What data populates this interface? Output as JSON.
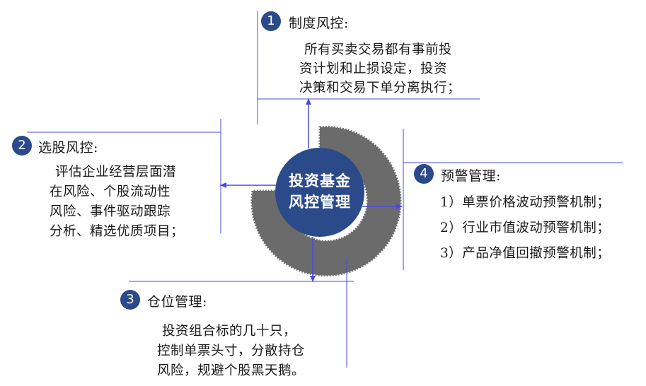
{
  "center": {
    "line1": "投资基金",
    "line2": "风控管理"
  },
  "sections": [
    {
      "number": "1",
      "title": "制度风控:",
      "lines": [
        "所有买卖交易都有事前投",
        "资计划和止损设定，投资",
        "决策和交易下单分离执行；"
      ]
    },
    {
      "number": "2",
      "title": "选股风控:",
      "lines": [
        "评估企业经营层面潜",
        "在风险、个股流动性",
        "风险、事件驱动跟踪",
        "分析、精选优质项目；"
      ]
    },
    {
      "number": "3",
      "title": "仓位管理:",
      "lines": [
        "投资组合标的几十只，",
        "控制单票头寸，分散持仓",
        "风险，规避个股黑天鹅。"
      ]
    },
    {
      "number": "4",
      "title": "预警管理:",
      "lines": [
        "1）单票价格波动预警机制；",
        "2）行业市值波动预警机制；",
        "3）产品净值回撤预警机制；"
      ]
    }
  ],
  "colors": {
    "accent": "#2b4a8a",
    "gear": "#6b6b6b",
    "connector": "#4a4adf"
  }
}
